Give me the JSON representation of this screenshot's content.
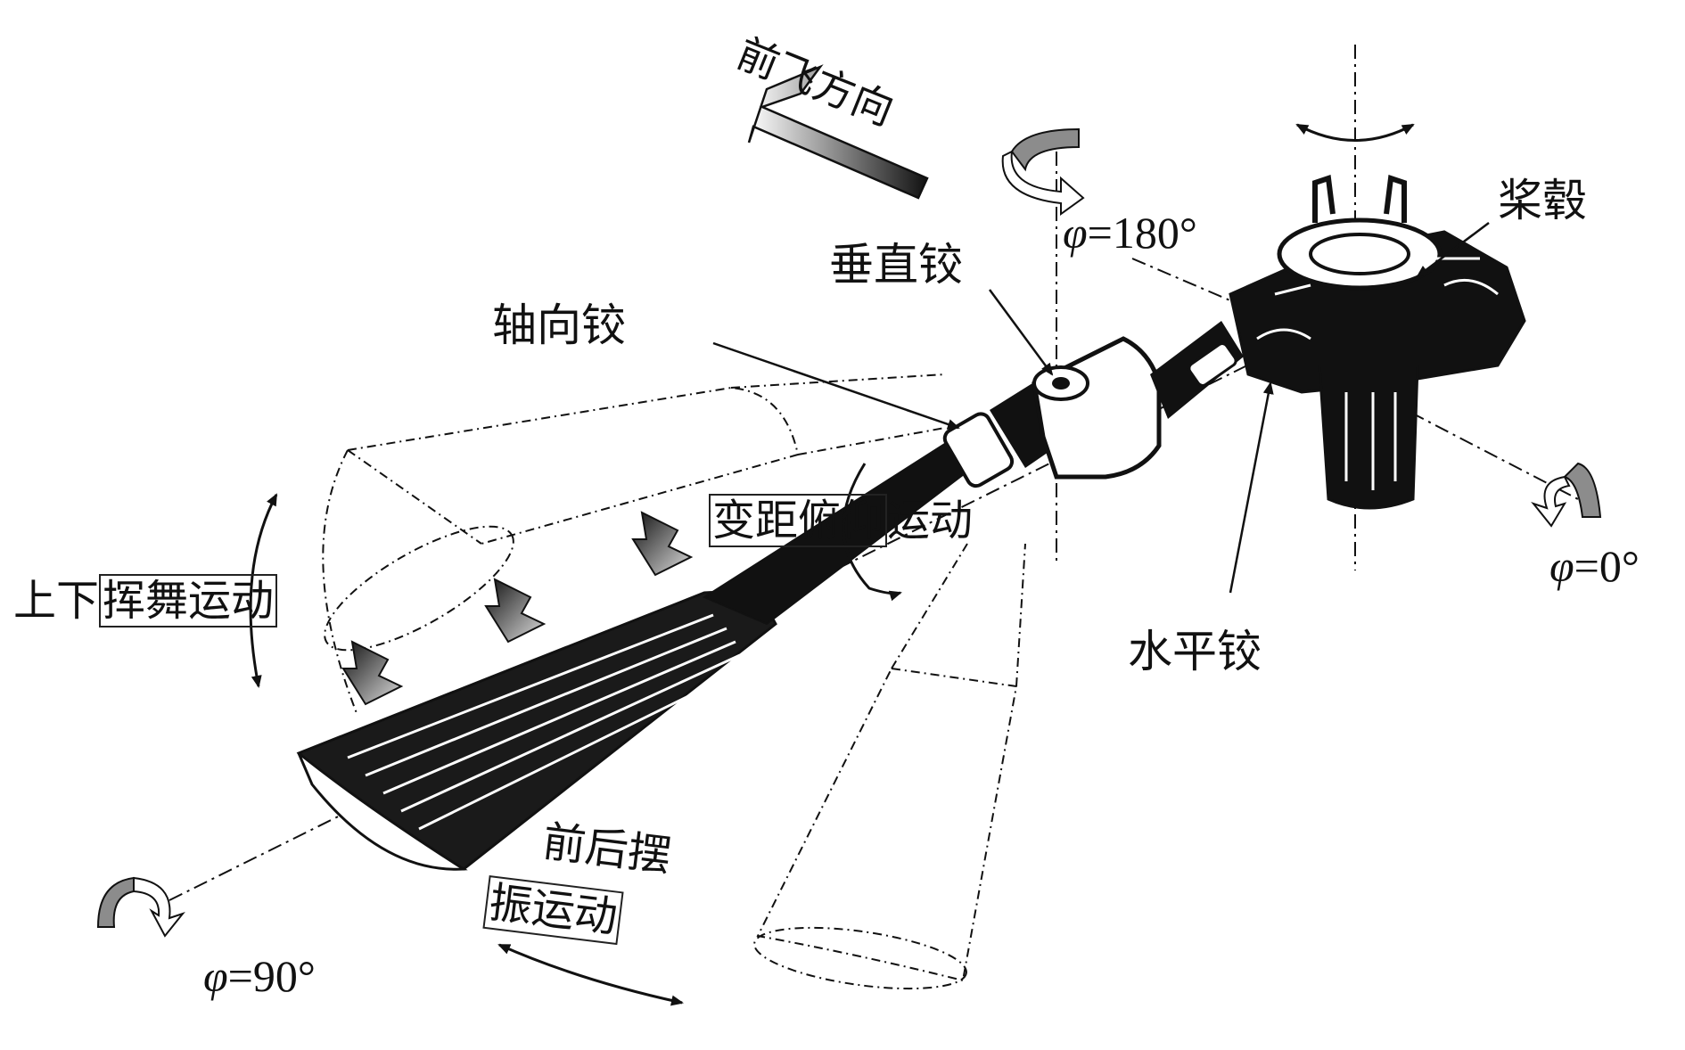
{
  "labels": {
    "forward_direction": "前飞方向",
    "vertical_hinge": "垂直铰",
    "axial_hinge": "轴向铰",
    "hub": "桨毂",
    "horizontal_hinge": "水平铰",
    "pitch_motion_boxed": "变距俯仰",
    "pitch_motion_rest": "运动",
    "flap_prefix": "上下",
    "flap_boxed": "挥舞运动",
    "lead_lag_line1": "前后摆",
    "lead_lag_line2": "振运动",
    "phi_symbol": "φ",
    "phi_180": "=180°",
    "phi_0": "=0°",
    "phi_90": "=90°"
  },
  "colors": {
    "line": "#111111",
    "rotation_arrow_fill": "#8c8c8c",
    "blade_fill": "#1a1a1a"
  }
}
